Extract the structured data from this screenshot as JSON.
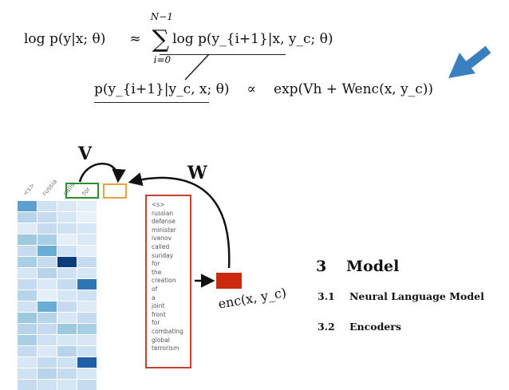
{
  "equations": {
    "line1": {
      "lhs": "log p(y|x; θ)",
      "approx": "≈",
      "sum_upper": "N−1",
      "sum_lower": "i=0",
      "rhs": "log p(y_{i+1}|x, y_c; θ)"
    },
    "line2": {
      "lhs": "p(y_{i+1}|y_c, x; θ)",
      "relation": "∝",
      "rhs": "exp(Vh + Wenc(x, y_c))"
    }
  },
  "diagram": {
    "label_v": "V",
    "label_w": "W",
    "enc_label": "enc(x, y_c)",
    "column_labels": [
      "<s>",
      "russia",
      "calls",
      "for"
    ],
    "heatmap_shades": [
      [
        "#5ea0d0",
        "#cfe2f3",
        "#dbe9f6",
        "#e4eff9"
      ],
      [
        "#b7d4ea",
        "#c6dbef",
        "#d5e6f4",
        "#e8f1fa"
      ],
      [
        "#deebf7",
        "#c6dbef",
        "#cfe2f3",
        "#d8e7f5"
      ],
      [
        "#9ecae1",
        "#a9cfe6",
        "#e4eff9",
        "#dbe9f6"
      ],
      [
        "#c6dbef",
        "#6aaed6",
        "#cfe2f3",
        "#e4eff9"
      ],
      [
        "#a9cfe6",
        "#c6dbef",
        "#0b3d7c",
        "#c6dbef"
      ],
      [
        "#d5e6f4",
        "#b7d4ea",
        "#cfe2f3",
        "#d8e7f5"
      ],
      [
        "#c6dbef",
        "#dbe9f6",
        "#c6dbef",
        "#2f75b5"
      ],
      [
        "#b7d4ea",
        "#e4eff9",
        "#d5e6f4",
        "#cfe2f3"
      ],
      [
        "#cfe2f3",
        "#6aaed6",
        "#c6dbef",
        "#deebf7"
      ],
      [
        "#9ecae1",
        "#b7d4ea",
        "#d8e7f5",
        "#c6dbef"
      ],
      [
        "#b7d4ea",
        "#c6dbef",
        "#9ecae1",
        "#a9cfe6"
      ],
      [
        "#a9cfe6",
        "#cfe2f3",
        "#d5e6f4",
        "#d8e7f5"
      ],
      [
        "#c6dbef",
        "#dbe9f6",
        "#b7d4ea",
        "#cfe2f3"
      ],
      [
        "#d8e7f5",
        "#c6dbef",
        "#cfe2f3",
        "#1f5fa8"
      ],
      [
        "#cfe2f3",
        "#b7d4ea",
        "#c6dbef",
        "#d5e6f4"
      ],
      [
        "#c6dbef",
        "#cfe2f3",
        "#d5e6f4",
        "#c6dbef"
      ]
    ],
    "input_words": [
      "<s>",
      "russian",
      "defense",
      "minister",
      "ivanov",
      "called",
      "sunday",
      "for",
      "the",
      "creation",
      "of",
      "a",
      "joint",
      "front",
      "for",
      "combating",
      "global",
      "terrorism"
    ],
    "colors": {
      "green": "#2e8b2e",
      "orange": "#e8a23b",
      "red": "#cc2a10",
      "arrow_blue": "#3a7fc0"
    }
  },
  "section": {
    "number": "3",
    "title": "Model",
    "subsections": [
      {
        "number": "3.1",
        "title": "Neural Language Model"
      },
      {
        "number": "3.2",
        "title": "Encoders"
      }
    ]
  }
}
